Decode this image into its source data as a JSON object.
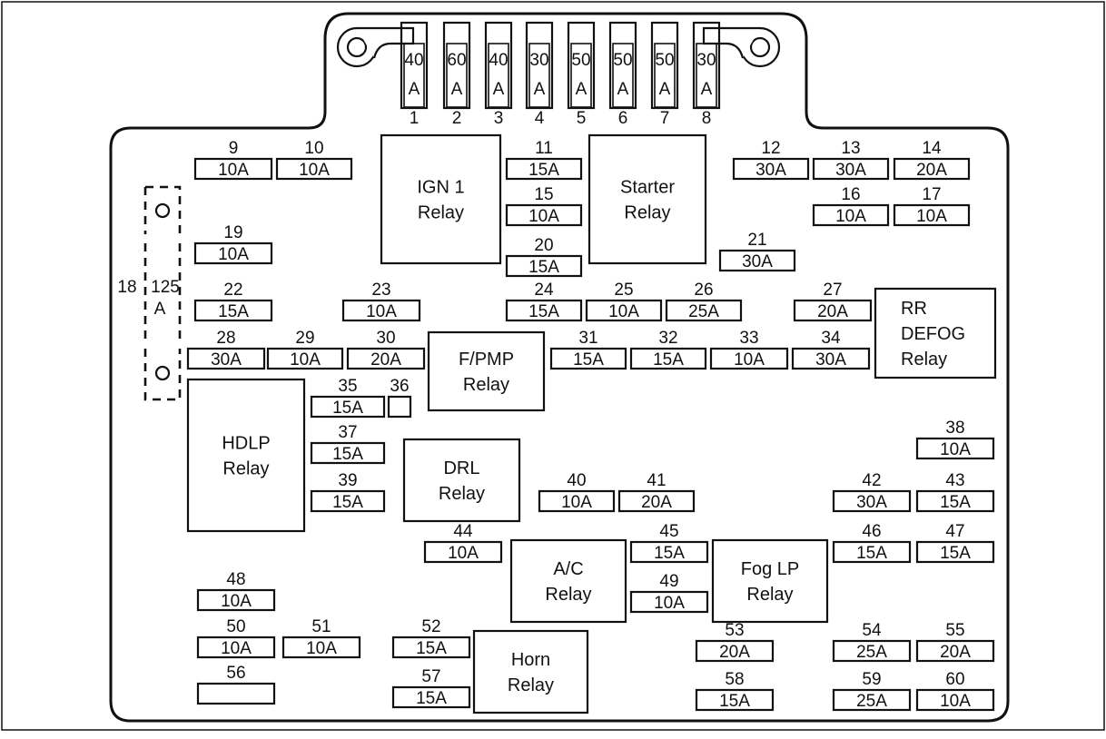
{
  "colors": {
    "highlight": "#fff200",
    "line": "#111111",
    "background": "#ffffff"
  },
  "maxi_fuses": [
    {
      "num": "1",
      "top": "40",
      "bottom": "A",
      "hl": false
    },
    {
      "num": "2",
      "top": "60",
      "bottom": "A",
      "hl": false
    },
    {
      "num": "3",
      "top": "40",
      "bottom": "A",
      "hl": true
    },
    {
      "num": "4",
      "top": "30",
      "bottom": "A",
      "hl": false
    },
    {
      "num": "5",
      "top": "50",
      "bottom": "A",
      "hl": false
    },
    {
      "num": "6",
      "top": "50",
      "bottom": "A",
      "hl": false
    },
    {
      "num": "7",
      "top": "50",
      "bottom": "A",
      "hl": false
    },
    {
      "num": "8",
      "top": "30",
      "bottom": "A",
      "hl": false
    }
  ],
  "fuses": [
    {
      "num": "9",
      "amp": "10A",
      "hl": false
    },
    {
      "num": "10",
      "amp": "10A",
      "hl": false
    },
    {
      "num": "11",
      "amp": "15A",
      "hl": false
    },
    {
      "num": "12",
      "amp": "30A",
      "hl": false
    },
    {
      "num": "13",
      "amp": "30A",
      "hl": false
    },
    {
      "num": "14",
      "amp": "20A",
      "hl": false
    },
    {
      "num": "15",
      "amp": "10A",
      "hl": false
    },
    {
      "num": "16",
      "amp": "10A",
      "hl": false
    },
    {
      "num": "17",
      "amp": "10A",
      "hl": false
    },
    {
      "num": "19",
      "amp": "10A",
      "hl": false
    },
    {
      "num": "20",
      "amp": "15A",
      "hl": false
    },
    {
      "num": "21",
      "amp": "30A",
      "hl": false
    },
    {
      "num": "22",
      "amp": "15A",
      "hl": false
    },
    {
      "num": "23",
      "amp": "10A",
      "hl": false
    },
    {
      "num": "24",
      "amp": "15A",
      "hl": false
    },
    {
      "num": "25",
      "amp": "10A",
      "hl": false
    },
    {
      "num": "26",
      "amp": "25A",
      "hl": false
    },
    {
      "num": "27",
      "amp": "20A",
      "hl": false
    },
    {
      "num": "28",
      "amp": "30A",
      "hl": false
    },
    {
      "num": "29",
      "amp": "10A",
      "hl": false
    },
    {
      "num": "30",
      "amp": "20A",
      "hl": false
    },
    {
      "num": "31",
      "amp": "15A",
      "hl": false
    },
    {
      "num": "32",
      "amp": "15A",
      "hl": false
    },
    {
      "num": "33",
      "amp": "10A",
      "hl": false
    },
    {
      "num": "34",
      "amp": "30A",
      "hl": false
    },
    {
      "num": "35",
      "amp": "15A",
      "hl": false
    },
    {
      "num": "36",
      "amp": "",
      "hl": false
    },
    {
      "num": "37",
      "amp": "15A",
      "hl": false
    },
    {
      "num": "38",
      "amp": "10A",
      "hl": false
    },
    {
      "num": "39",
      "amp": "15A",
      "hl": false
    },
    {
      "num": "40",
      "amp": "10A",
      "hl": false
    },
    {
      "num": "41",
      "amp": "20A",
      "hl": false
    },
    {
      "num": "42",
      "amp": "30A",
      "hl": false
    },
    {
      "num": "43",
      "amp": "15A",
      "hl": false
    },
    {
      "num": "44",
      "amp": "10A",
      "hl": false
    },
    {
      "num": "45",
      "amp": "15A",
      "hl": false
    },
    {
      "num": "46",
      "amp": "15A",
      "hl": false
    },
    {
      "num": "47",
      "amp": "15A",
      "hl": false
    },
    {
      "num": "48",
      "amp": "10A",
      "hl": false
    },
    {
      "num": "49",
      "amp": "10A",
      "hl": false
    },
    {
      "num": "50",
      "amp": "10A",
      "hl": false
    },
    {
      "num": "51",
      "amp": "10A",
      "hl": false
    },
    {
      "num": "52",
      "amp": "15A",
      "hl": false
    },
    {
      "num": "53",
      "amp": "20A",
      "hl": true
    },
    {
      "num": "54",
      "amp": "25A",
      "hl": false
    },
    {
      "num": "55",
      "amp": "20A",
      "hl": false
    },
    {
      "num": "56",
      "amp": "",
      "hl": false
    },
    {
      "num": "57",
      "amp": "15A",
      "hl": false
    },
    {
      "num": "58",
      "amp": "15A",
      "hl": false
    },
    {
      "num": "59",
      "amp": "25A",
      "hl": false
    },
    {
      "num": "60",
      "amp": "10A",
      "hl": false
    }
  ],
  "relays": [
    {
      "id": "ign1",
      "lines": [
        "IGN 1",
        "Relay"
      ]
    },
    {
      "id": "starter",
      "lines": [
        "Starter",
        "Relay"
      ]
    },
    {
      "id": "fpmp",
      "lines": [
        "F/PMP",
        "Relay"
      ]
    },
    {
      "id": "rrdefog",
      "lines": [
        "RR",
        "DEFOG",
        "Relay"
      ]
    },
    {
      "id": "hdlp",
      "lines": [
        "HDLP",
        "Relay"
      ]
    },
    {
      "id": "drl",
      "lines": [
        "DRL",
        "Relay"
      ]
    },
    {
      "id": "ac",
      "lines": [
        "A/C",
        "Relay"
      ]
    },
    {
      "id": "foglp",
      "lines": [
        "Fog LP",
        "Relay"
      ]
    },
    {
      "id": "horn",
      "lines": [
        "Horn",
        "Relay"
      ]
    }
  ],
  "fuse18": {
    "num": "18",
    "amp_top": "125",
    "amp_bottom": "A"
  }
}
